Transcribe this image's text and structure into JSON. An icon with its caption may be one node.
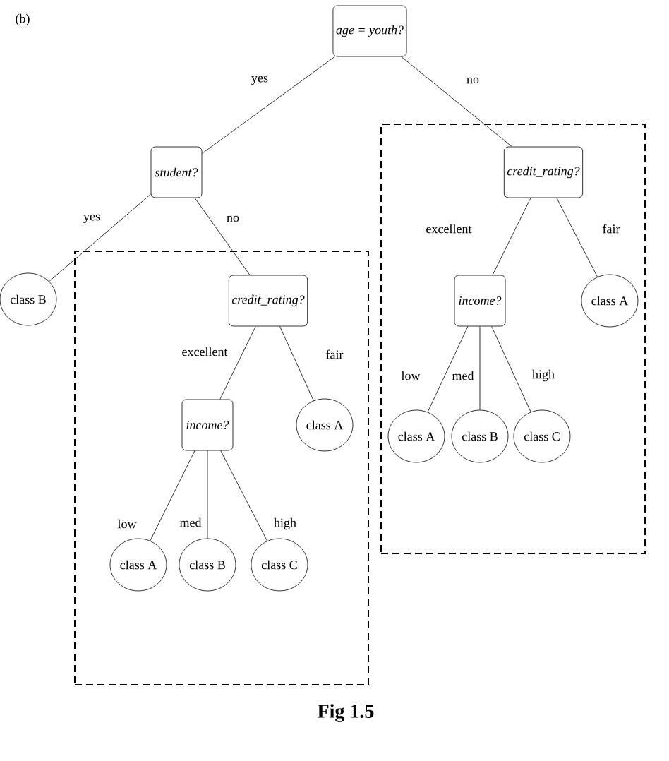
{
  "diagram": {
    "caption": "Fig 1.5",
    "nodes": [
      {
        "text": [
          "*age = youth?*"
        ]
      },
      {
        "text": [
          "*student?*"
        ]
      },
      {
        "text": [
          "class B"
        ]
      },
      {
        "text": [],
        "shape": "box"
      },
      {
        "text": [
          "*credit_rating?*"
        ],
        "in": 3
      },
      {
        "text": [
          "*income?*"
        ],
        "in": 3
      },
      {
        "text": [
          "class A"
        ],
        "in": 3
      },
      {
        "text": [
          "class A"
        ],
        "in": 3
      },
      {
        "text": [
          "class B"
        ],
        "in": 3
      },
      {
        "text": [
          "class C"
        ],
        "in": 3
      },
      {
        "text": [],
        "shape": "box"
      },
      {
        "text": [
          "*credit_rating?*"
        ],
        "in": 10
      },
      {
        "text": [
          "*income?*"
        ],
        "in": 10
      },
      {
        "text": [
          "class A"
        ],
        "in": 10
      },
      {
        "text": [
          "class A"
        ],
        "in": 10
      },
      {
        "text": [
          "class B"
        ],
        "in": 10
      },
      {
        "text": [
          "class C"
        ],
        "in": 10
      }
    ],
    "edges": [
      {
        "from": 0,
        "to": 1,
        "arrow": "none",
        "label": "yes"
      },
      {
        "from": 0,
        "to": 11,
        "arrow": "none",
        "label": "no"
      },
      {
        "from": 1,
        "to": 2,
        "arrow": "none",
        "label": "yes"
      },
      {
        "from": 1,
        "to": 4,
        "arrow": "none",
        "label": "no"
      },
      {
        "from": 4,
        "to": 5,
        "arrow": "none",
        "label": "excellent"
      },
      {
        "from": 4,
        "to": 6,
        "arrow": "none",
        "label": "fair"
      },
      {
        "from": 5,
        "to": 7,
        "arrow": "none",
        "label": "low"
      },
      {
        "from": 5,
        "to": 8,
        "arrow": "none",
        "label": "med"
      },
      {
        "from": 5,
        "to": 9,
        "arrow": "none",
        "label": "high"
      },
      {
        "from": 11,
        "to": 12,
        "arrow": "none",
        "label": "excellent"
      },
      {
        "from": 11,
        "to": 13,
        "arrow": "none",
        "label": "fair"
      },
      {
        "from": 12,
        "to": 14,
        "arrow": "none",
        "label": "low"
      },
      {
        "from": 12,
        "to": 15,
        "arrow": "none",
        "label": "med"
      },
      {
        "from": 12,
        "to": 16,
        "arrow": "none",
        "label": "high"
      }
    ],
    "labels": [
      "(b)"
    ]
  }
}
